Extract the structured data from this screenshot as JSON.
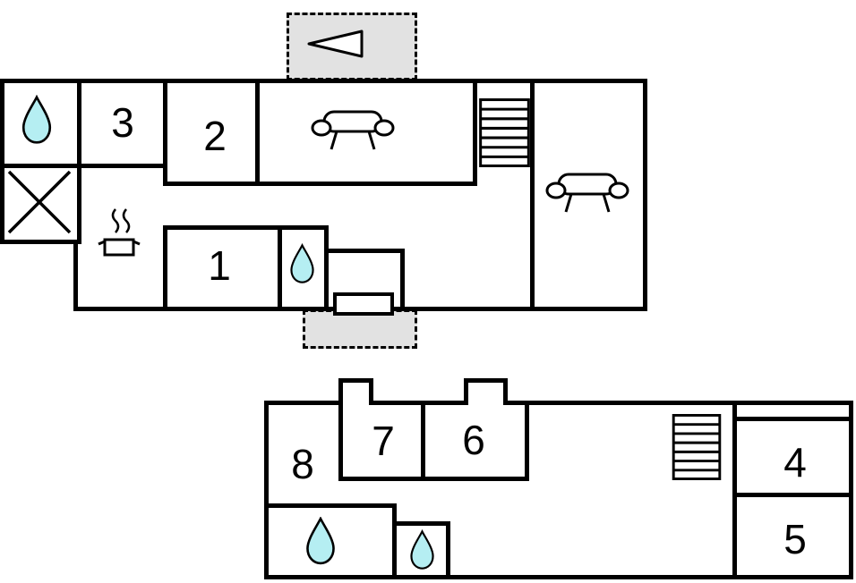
{
  "colors": {
    "wall": "#000000",
    "floor": "#ffffff",
    "water_drop": "#b5eef2",
    "entry_area": "#e2e2e2"
  },
  "upper_floor": {
    "room_labels": {
      "room1": "1",
      "room2": "2",
      "room3": "3"
    },
    "icons": [
      "water-drop",
      "cross-mark",
      "stove-pot",
      "sofa",
      "staircase",
      "sofa",
      "entrance-arrow",
      "bench"
    ]
  },
  "lower_floor": {
    "room_labels": {
      "room4": "4",
      "room5": "5",
      "room6": "6",
      "room7": "7",
      "room8": "8"
    },
    "icons": [
      "water-drop",
      "water-drop",
      "staircase"
    ]
  }
}
